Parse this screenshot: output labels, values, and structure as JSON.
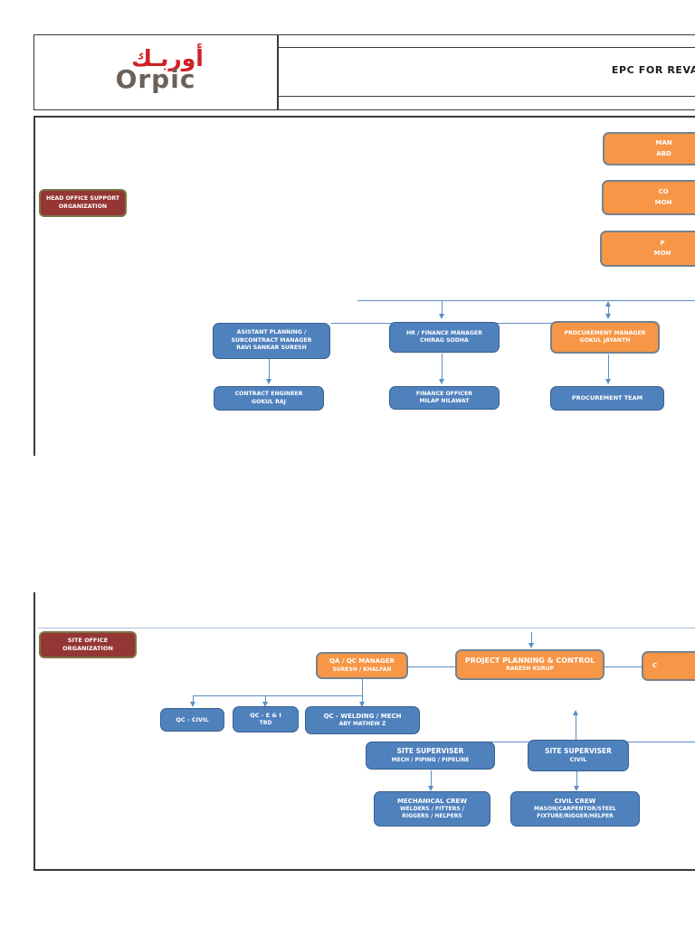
{
  "header": {
    "logo_arabic": "أوربـك",
    "logo_latin": "Orpic",
    "doc_title": "EPC FOR REVA"
  },
  "head_office": {
    "section_label": [
      "HEAD OFFICE SUPPORT",
      "ORGANIZATION"
    ],
    "cut_manager_1": [
      "MAN",
      "ABD"
    ],
    "cut_manager_2": [
      "CO",
      "MOH"
    ],
    "cut_manager_3": [
      "P",
      "MOH"
    ],
    "planning_mgr": [
      "ASISTANT PLANNING /",
      "SUBCONTRACT MANAGER",
      "RAVI SANKAR SURESH"
    ],
    "hr_mgr": [
      "HR / FINANCE MANAGER",
      "CHIRAG SODHA"
    ],
    "proc_mgr": [
      "PROCUREMENT MANAGER",
      "GOKUL JAYANTH"
    ],
    "contract_eng": [
      "CONTRACT ENGINEER",
      "GOKUL RAJ"
    ],
    "finance_officer": [
      "FINANCE OFFICER",
      "MILAP NILAWAT"
    ],
    "proc_team": [
      "PROCUREMENT TEAM"
    ]
  },
  "site_office": {
    "section_label": [
      "SITE OFFICE",
      "ORGANIZATION"
    ],
    "qaqc_mgr": [
      "QA / QC MANAGER",
      "SURESH / KHALFAN"
    ],
    "planning_ctrl": [
      "PROJECT PLANNING  & CONTROL",
      "RAKESH KURUP"
    ],
    "cut_box": "C",
    "qc_civil": [
      "QC - CIVIL"
    ],
    "qc_ei": [
      "QC - E & I",
      "TBD"
    ],
    "qc_welding": [
      "QC - WELDING / MECH",
      "ABY MATHEW Z"
    ],
    "ss_mech": [
      "SITE SUPERVISER",
      "MECH / PIPING / PIPELINE"
    ],
    "ss_civil": [
      "SITE SUPERVISER",
      "CIVIL"
    ],
    "mech_crew": [
      "MECHANICAL CREW",
      "WELDERS / FITTERS /",
      "RIGGERS / HELPERS"
    ],
    "civil_crew": [
      "CIVIL CREW",
      "MASON/CARPENTOR/STEEL",
      "FIXTURE/RIGGER/HELPER"
    ]
  },
  "colors": {
    "node_blue": "#4f81bd",
    "node_orange": "#f79646",
    "section_red": "#943634",
    "connector_blue": "#5b8ec4",
    "frame_gray": "#3a3a3a",
    "logo_red": "#cf2026",
    "logo_gray": "#6d6059"
  }
}
